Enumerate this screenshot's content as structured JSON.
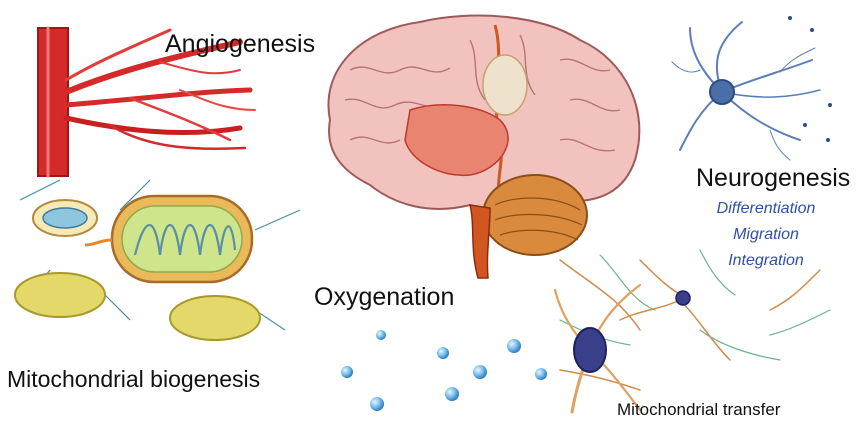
{
  "labels": {
    "angiogenesis": "Angiogenesis",
    "mitochondrial_biogenesis": "Mitochondrial biogenesis",
    "oxygenation": "Oxygenation",
    "neurogenesis": "Neurogenesis",
    "mitochondrial_transfer": "Mitochondrial transfer"
  },
  "neurogenesis_steps": [
    "Differentiation",
    "Migration",
    "Integration"
  ],
  "colors": {
    "vessel": "#d42a2a",
    "brain": "#f2c2bf",
    "cerebellum": "#d98a3c",
    "neuron": "#4a6fa8",
    "mito_outer": "#e9b95a",
    "mito_inner": "#cfe58c",
    "bubble": "#5aa8e0",
    "steps_text": "#2f4fa8"
  }
}
